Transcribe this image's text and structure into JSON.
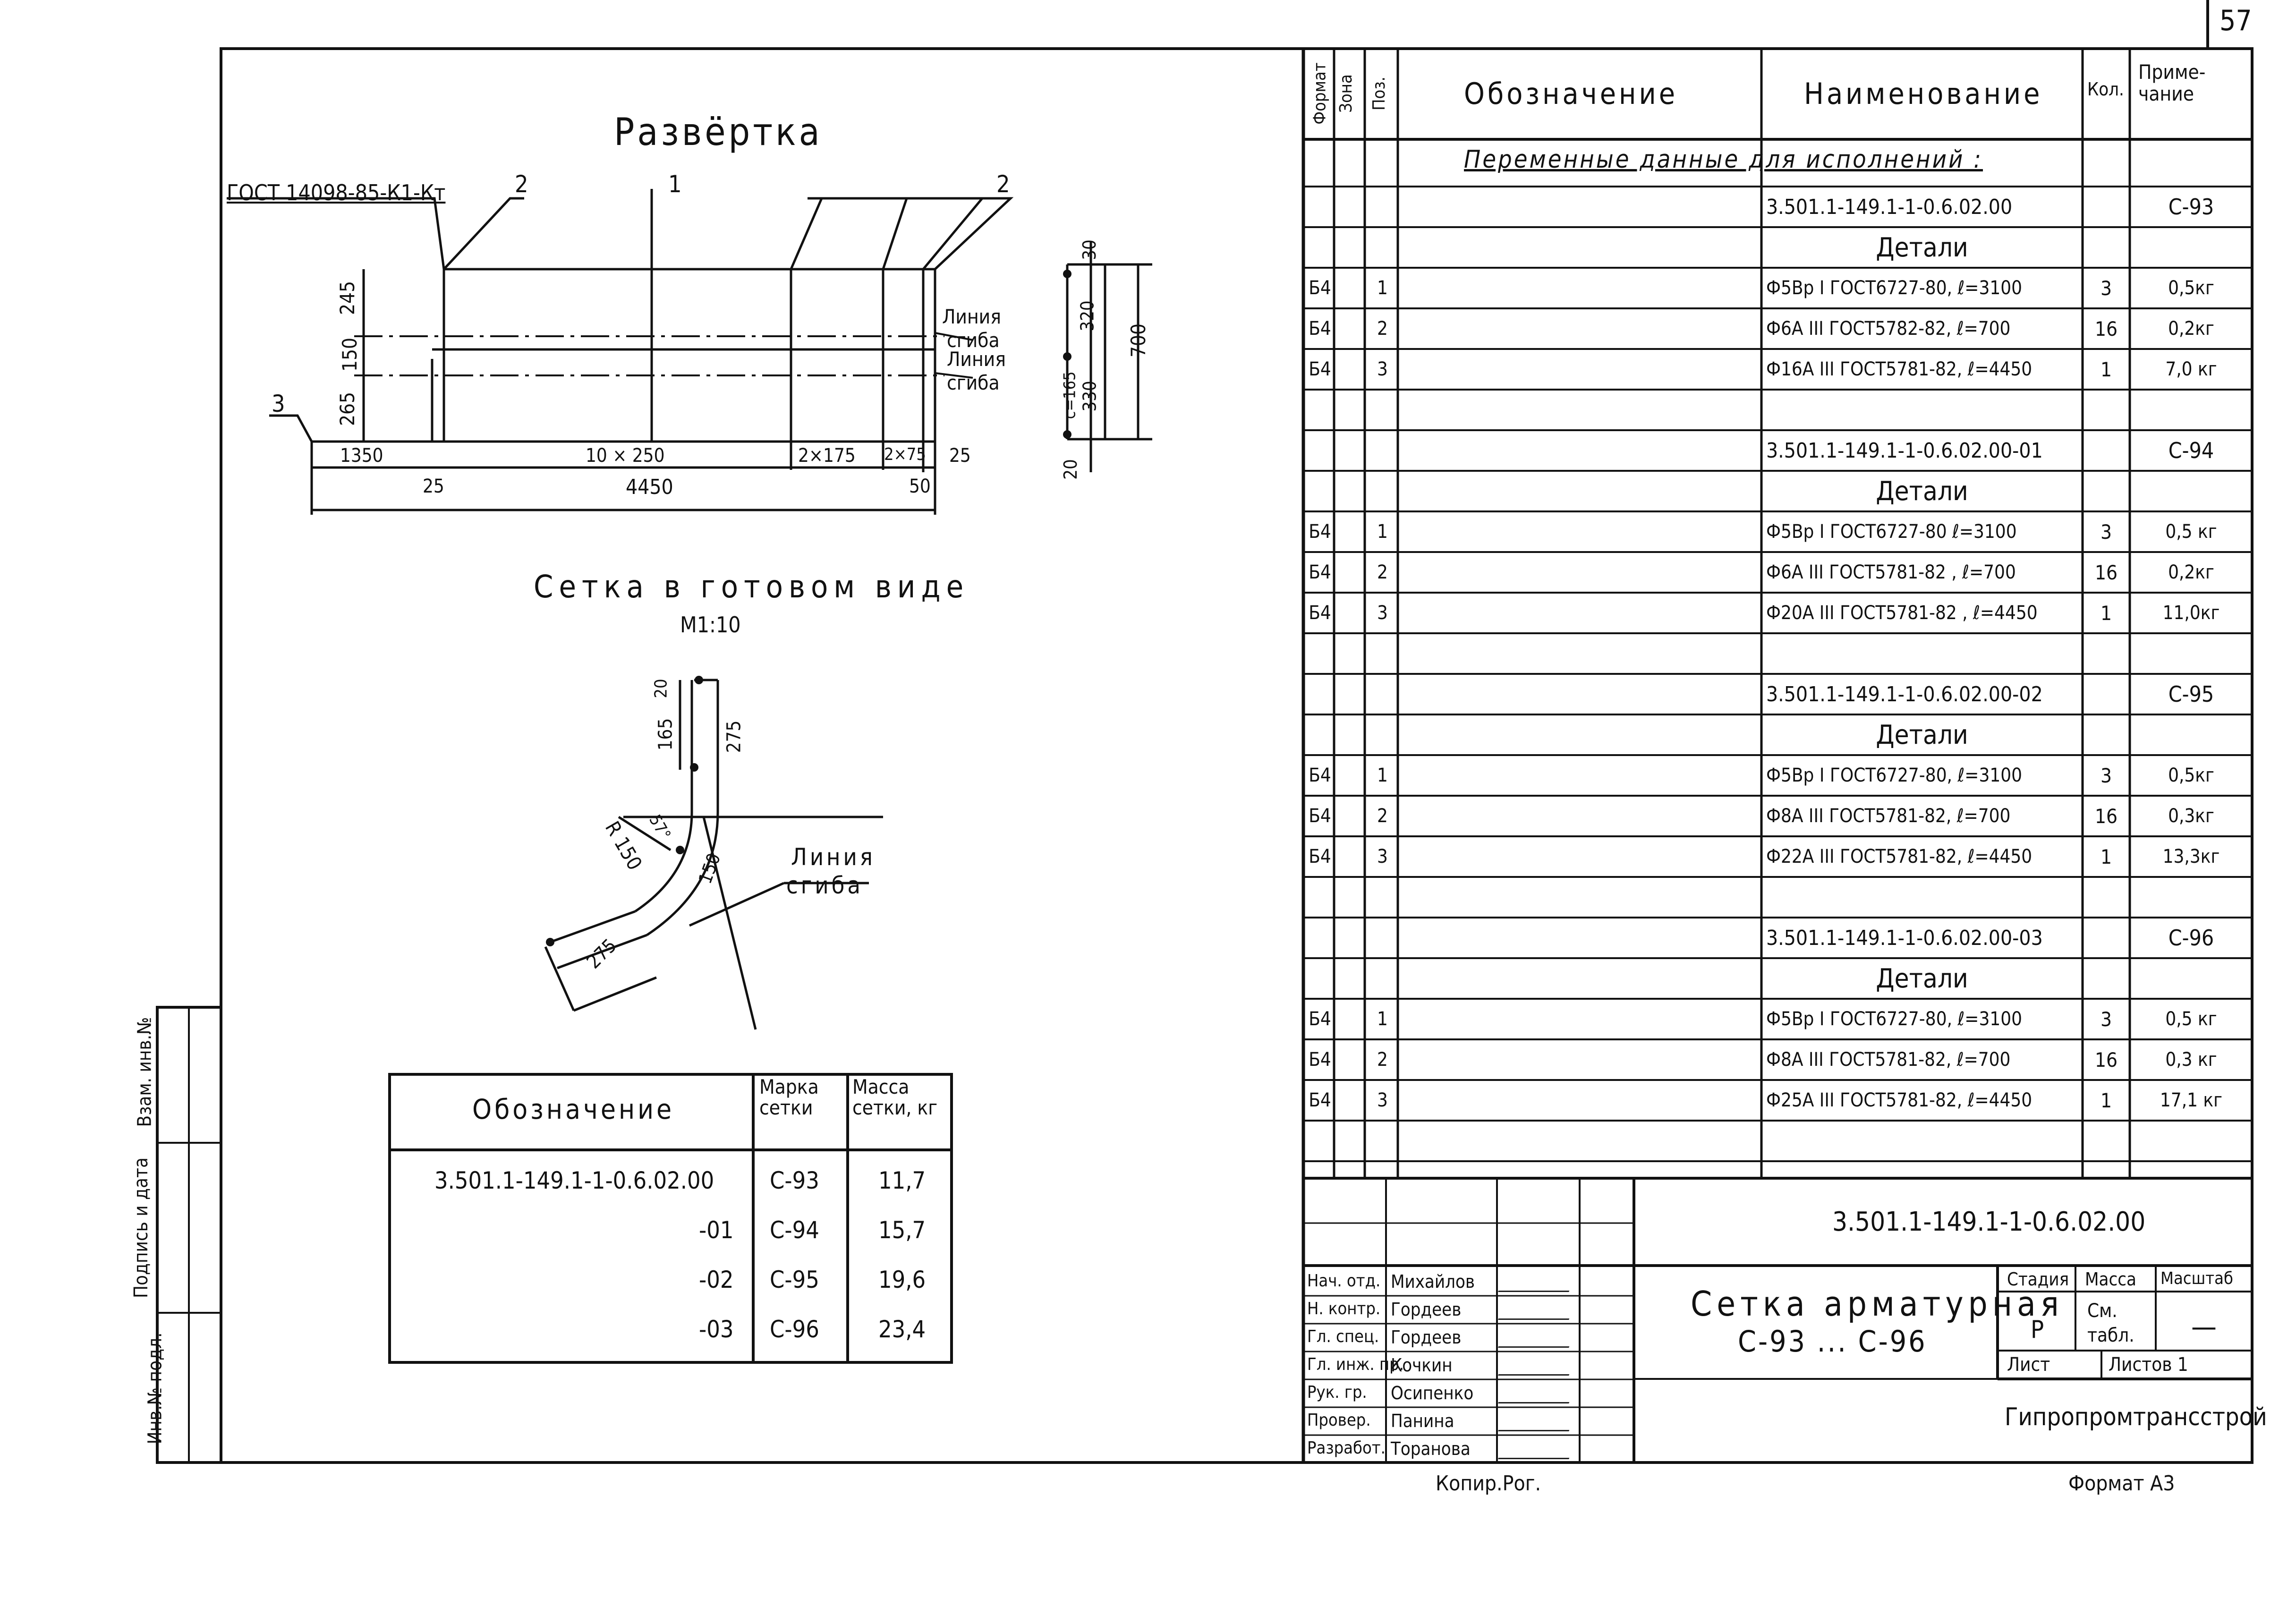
{
  "page_number": "57",
  "left": {
    "unfold_title": "Развёртка",
    "gost_note": "ГОСТ 14098-85-К1-Кт",
    "callouts": [
      "2",
      "1",
      "2",
      "3"
    ],
    "side_dims": [
      "245",
      "150",
      "265"
    ],
    "bend_line_labels": [
      "Линия",
      "сгиба",
      "Линия",
      "сгиба"
    ],
    "bottom_dims": [
      "1350",
      "10 × 250",
      "2×175",
      "2×75",
      "25"
    ],
    "sub_dims": [
      "25",
      "4450",
      "50"
    ],
    "section_dims": [
      "30",
      "320",
      "700",
      "c=165",
      "330",
      "20"
    ],
    "ready_title": "Сетка в готовом виде",
    "ready_scale": "М1:10",
    "bend_dims": [
      "20",
      "165",
      "275",
      "R 150",
      "57°",
      "150",
      "275"
    ],
    "bend_line_label": [
      "Линия",
      "сгиба"
    ],
    "table": {
      "headers": [
        "Обозначение",
        "Марка сетки",
        "Масса сетки, кг"
      ],
      "rows": [
        [
          "3.501.1-149.1-1-0.6.02.00",
          "С-93",
          "11,7"
        ],
        [
          "-01",
          "С-94",
          "15,7"
        ],
        [
          "-02",
          "С-95",
          "19,6"
        ],
        [
          "-03",
          "С-96",
          "23,4"
        ]
      ]
    },
    "margin_stamps": [
      "Взам. инв.№",
      "Подпись и дата",
      "Инв.№ подл."
    ]
  },
  "spec": {
    "headers": [
      "Формат",
      "Зона",
      "Поз.",
      "Обозначение",
      "Наименование",
      "Кол.",
      "Приме-чание"
    ],
    "subtitle": "Переменные данные для исполнений :",
    "groups": [
      {
        "designation": "3.501.1-149.1-1-0.6.02.00",
        "note": "С-93",
        "section": "Детали",
        "rows": [
          {
            "fmt": "Б4",
            "pos": "1",
            "name": "Ф5Вр I ГОСТ6727-80, ℓ=3100",
            "qty": "3",
            "note": "0,5кг"
          },
          {
            "fmt": "Б4",
            "pos": "2",
            "name": "Ф6А III ГОСТ5782-82, ℓ=700",
            "qty": "16",
            "note": "0,2кг"
          },
          {
            "fmt": "Б4",
            "pos": "3",
            "name": "Ф16А III ГОСТ5781-82, ℓ=4450",
            "qty": "1",
            "note": "7,0 кг"
          }
        ]
      },
      {
        "designation": "3.501.1-149.1-1-0.6.02.00-01",
        "note": "С-94",
        "section": "Детали",
        "rows": [
          {
            "fmt": "Б4",
            "pos": "1",
            "name": "Ф5Вр I ГОСТ6727-80 ℓ=3100",
            "qty": "3",
            "note": "0,5 кг"
          },
          {
            "fmt": "Б4",
            "pos": "2",
            "name": "Ф6А III ГОСТ5781-82 , ℓ=700",
            "qty": "16",
            "note": "0,2кг"
          },
          {
            "fmt": "Б4",
            "pos": "3",
            "name": "Ф20А III ГОСТ5781-82 , ℓ=4450",
            "qty": "1",
            "note": "11,0кг"
          }
        ]
      },
      {
        "designation": "3.501.1-149.1-1-0.6.02.00-02",
        "note": "С-95",
        "section": "Детали",
        "rows": [
          {
            "fmt": "Б4",
            "pos": "1",
            "name": "Ф5Вр I ГОСТ6727-80, ℓ=3100",
            "qty": "3",
            "note": "0,5кг"
          },
          {
            "fmt": "Б4",
            "pos": "2",
            "name": "Ф8А III ГОСТ5781-82, ℓ=700",
            "qty": "16",
            "note": "0,3кг"
          },
          {
            "fmt": "Б4",
            "pos": "3",
            "name": "Ф22А III ГОСТ5781-82, ℓ=4450",
            "qty": "1",
            "note": "13,3кг"
          }
        ]
      },
      {
        "designation": "3.501.1-149.1-1-0.6.02.00-03",
        "note": "С-96",
        "section": "Детали",
        "rows": [
          {
            "fmt": "Б4",
            "pos": "1",
            "name": "Ф5Вр I ГОСТ6727-80, ℓ=3100",
            "qty": "3",
            "note": "0,5 кг"
          },
          {
            "fmt": "Б4",
            "pos": "2",
            "name": "Ф8А III ГОСТ5781-82, ℓ=700",
            "qty": "16",
            "note": "0,3 кг"
          },
          {
            "fmt": "Б4",
            "pos": "3",
            "name": "Ф25А III ГОСТ5781-82, ℓ=4450",
            "qty": "1",
            "note": "17,1 кг"
          }
        ]
      }
    ]
  },
  "title_block": {
    "doc_code": "3.501.1-149.1-1-0.6.02.00",
    "title_line1": "Сетка арматурная",
    "title_line2": "С-93 ... С-96",
    "stage_label": "Стадия",
    "mass_label": "Масса",
    "scale_label": "Масштаб",
    "stage_value": "Р",
    "mass_value": "См. табл.",
    "scale_value": "—",
    "sheet_label": "Лист",
    "sheets_label": "Листов 1",
    "org": "Гипропромтрансстрой",
    "people": [
      {
        "role": "Нач. отд.",
        "name": "Михайлов"
      },
      {
        "role": "Н. контр.",
        "name": "Гордеев"
      },
      {
        "role": "Гл. спец.",
        "name": "Гордеев"
      },
      {
        "role": "Гл. инж. пр.",
        "name": "Кочкин"
      },
      {
        "role": "Рук. гр.",
        "name": "Осипенко"
      },
      {
        "role": "Провер.",
        "name": "Панина"
      },
      {
        "role": "Разработ.",
        "name": "Торанова"
      }
    ]
  },
  "footer": {
    "copy": "Копир.Рог.",
    "format": "Формат А3"
  }
}
